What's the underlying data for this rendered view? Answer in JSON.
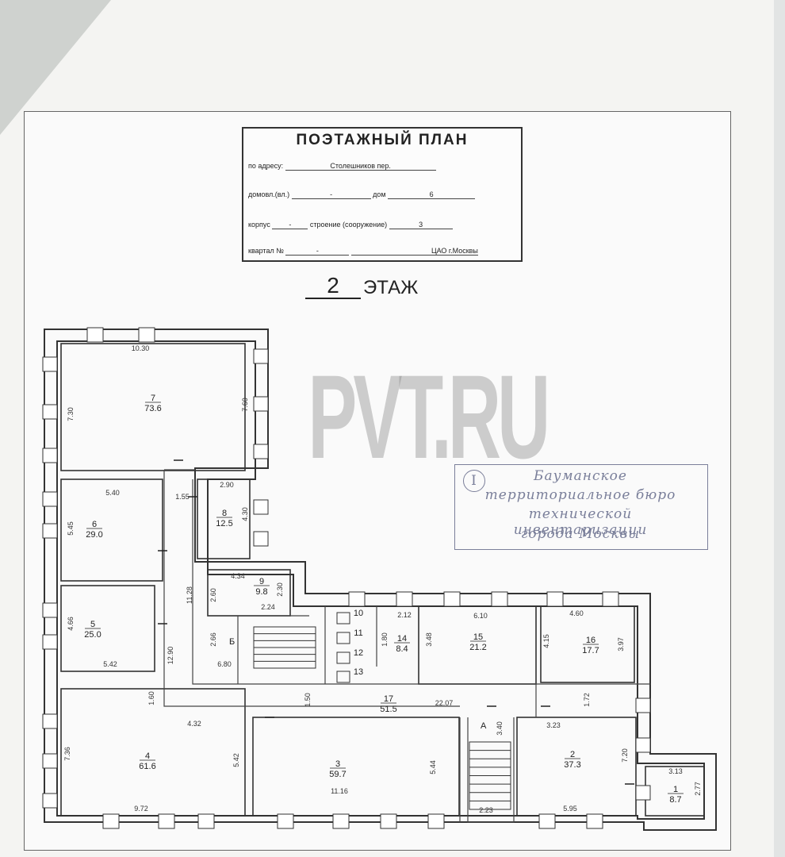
{
  "plan": {
    "title": "ПОЭТАЖНЫЙ ПЛАН",
    "address_label": "по адресу:",
    "address_value": "Столешников пер.",
    "house_label": "домовл.(вл.)",
    "house_value": "-",
    "dom_label": "дом",
    "dom_value": "6",
    "korpus_label": "корпус",
    "korpus_value": "-",
    "stroenie_label": "строение (сооружение)",
    "stroenie_value": "3",
    "kvartal_label": "квартал №",
    "kvartal_value": "-",
    "district": "ЦАО г.Москвы",
    "floor_number": "2",
    "floor_word": "ЭТАЖ"
  },
  "stamp": {
    "mark": "I",
    "line1": "Бауманское",
    "line2": "территориальное бюро",
    "line3": "технической инвентаризации",
    "line4": "города Москвы"
  },
  "watermark": "PVT.RU",
  "rooms": [
    {
      "num": "7",
      "area": "73.6"
    },
    {
      "num": "6",
      "area": "29.0"
    },
    {
      "num": "8",
      "area": "12.5"
    },
    {
      "num": "5",
      "area": "25.0"
    },
    {
      "num": "9",
      "area": "9.8"
    },
    {
      "num": "10",
      "area": ""
    },
    {
      "num": "11",
      "area": ""
    },
    {
      "num": "12",
      "area": ""
    },
    {
      "num": "13",
      "area": ""
    },
    {
      "num": "14",
      "area": "8.4"
    },
    {
      "num": "15",
      "area": "21.2"
    },
    {
      "num": "16",
      "area": "17.7"
    },
    {
      "num": "17",
      "area": "51.5"
    },
    {
      "num": "4",
      "area": "61.6"
    },
    {
      "num": "3",
      "area": "59.7"
    },
    {
      "num": "2",
      "area": "37.3"
    },
    {
      "num": "1",
      "area": "8.7"
    }
  ],
  "stair_labels": [
    "Б",
    "А"
  ],
  "dimensions": [
    "10.30",
    "7.30",
    "7.60",
    "5.40",
    "5.45",
    "1.55",
    "2.90",
    "4.30",
    "11.28",
    "4.34",
    "2.60",
    "2.30",
    "2.24",
    "4.66",
    "5.42",
    "12.90",
    "2.66",
    "6.80",
    "2.12",
    "1.80",
    "6.10",
    "3.48",
    "4.15",
    "4.60",
    "3.97",
    "1.60",
    "1.50",
    "22.07",
    "4.32",
    "7.36",
    "5.42",
    "9.72",
    "5.44",
    "11.16",
    "3.40",
    "2.23",
    "1.72",
    "3.23",
    "7.20",
    "5.95",
    "3.13",
    "2.77"
  ]
}
